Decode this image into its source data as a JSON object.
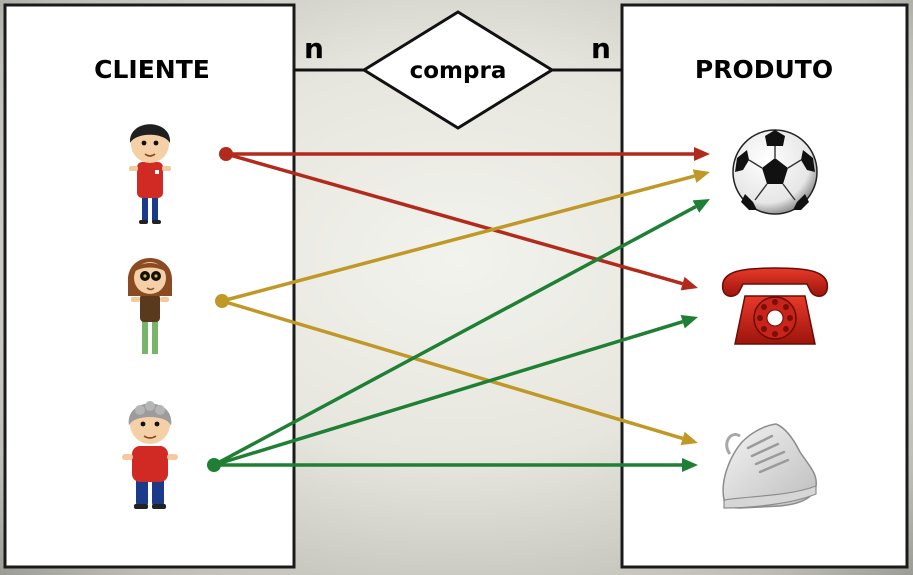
{
  "entities": {
    "left": {
      "title": "CLIENTE"
    },
    "right": {
      "title": "PRODUTO"
    }
  },
  "relationship": {
    "label": "compra"
  },
  "cardinality": {
    "left": "n",
    "right": "n"
  },
  "customers": [
    {
      "id": "boy",
      "icon": "boy-customer-icon",
      "color": "#b22a1c"
    },
    {
      "id": "girl",
      "icon": "girl-customer-icon",
      "color": "#c09828"
    },
    {
      "id": "old-man",
      "icon": "old-man-customer-icon",
      "color": "#1f7f34"
    }
  ],
  "products": [
    {
      "id": "ball",
      "icon": "soccer-ball-icon"
    },
    {
      "id": "phone",
      "icon": "red-telephone-icon"
    },
    {
      "id": "shoe",
      "icon": "sneaker-icon"
    }
  ],
  "purchases": [
    {
      "from": 0,
      "to": 0
    },
    {
      "from": 0,
      "to": 1
    },
    {
      "from": 1,
      "to": 0
    },
    {
      "from": 1,
      "to": 2
    },
    {
      "from": 2,
      "to": 0
    },
    {
      "from": 2,
      "to": 1
    },
    {
      "from": 2,
      "to": 2
    }
  ]
}
